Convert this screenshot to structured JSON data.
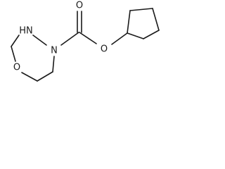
{
  "structure": {
    "atoms": {
      "nh": "HN",
      "n": "N",
      "o_ring": "O",
      "o_carbonyl": "O",
      "o_ester": "O"
    }
  }
}
